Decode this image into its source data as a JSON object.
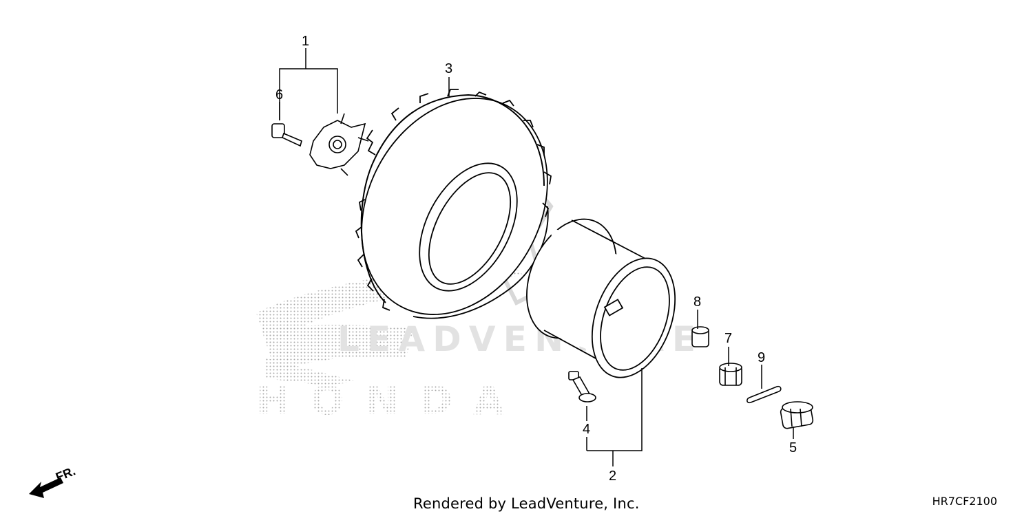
{
  "diagram": {
    "callouts": [
      "1",
      "2",
      "3",
      "4",
      "5",
      "6",
      "7",
      "8",
      "9"
    ],
    "direction_label": "FR.",
    "watermark_brand": "HONDA",
    "watermark_renderer": "LEADVENTURE"
  },
  "footer": {
    "rendered_by": "Rendered by LeadVenture, Inc.",
    "diagram_code": "HR7CF2100"
  }
}
